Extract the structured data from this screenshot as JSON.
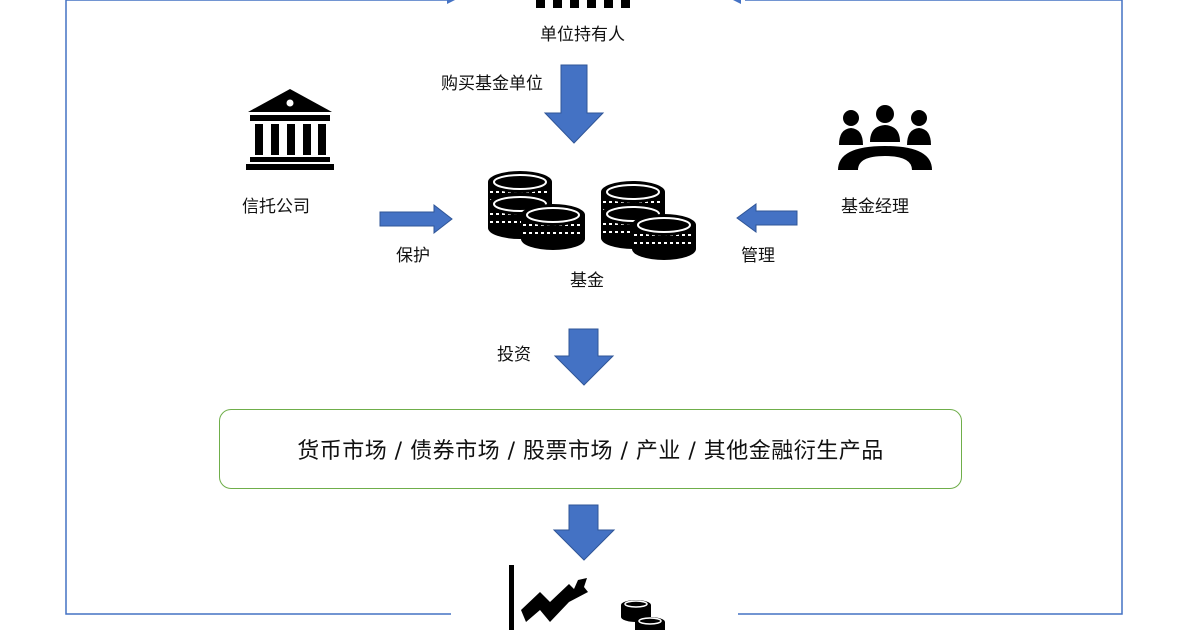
{
  "labels": {
    "unit_holder": "单位持有人",
    "buy_units": "购买基金单位",
    "trust_company": "信托公司",
    "protect": "保护",
    "fund": "基金",
    "fund_manager": "基金经理",
    "manage": "管理",
    "invest": "投资"
  },
  "markets": "货币市场 / 债券市场 / 股票市场 / 产业 / 其他金融衍生产品",
  "icons": [
    "people-icon",
    "bank-icon",
    "coins-icon",
    "meeting-icon",
    "growth-chart-icon"
  ],
  "colors": {
    "arrow_fill": "#4472c4",
    "arrow_stroke": "#2f5597",
    "loop_line": "#4472c4",
    "box_border": "#6fae4a",
    "icon": "#000000"
  }
}
